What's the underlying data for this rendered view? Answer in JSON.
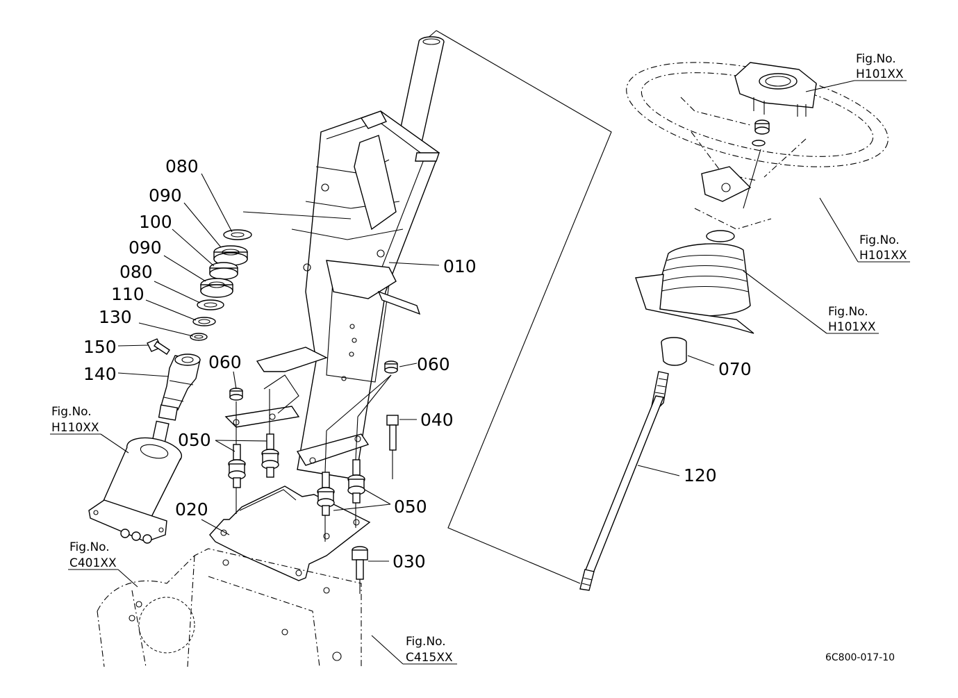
{
  "drawing_number": "6C800-017-10",
  "callouts": {
    "c010": "010",
    "c020": "020",
    "c030": "030",
    "c040": "040",
    "c050a": "050",
    "c050b": "050",
    "c060a": "060",
    "c060b": "060",
    "c070": "070",
    "c080a": "080",
    "c080b": "080",
    "c090a": "090",
    "c090b": "090",
    "c100": "100",
    "c110": "110",
    "c120": "120",
    "c130": "130",
    "c140": "140",
    "c150": "150"
  },
  "figure_refs": {
    "label": "Fig.No.",
    "steering_wheel_cap": "H101XX",
    "steering_wheel": "H101XX",
    "steering_boot": "H101XX",
    "power_steering_unit": "H110XX",
    "transmission_front": "C401XX",
    "transmission_case": "C415XX"
  }
}
